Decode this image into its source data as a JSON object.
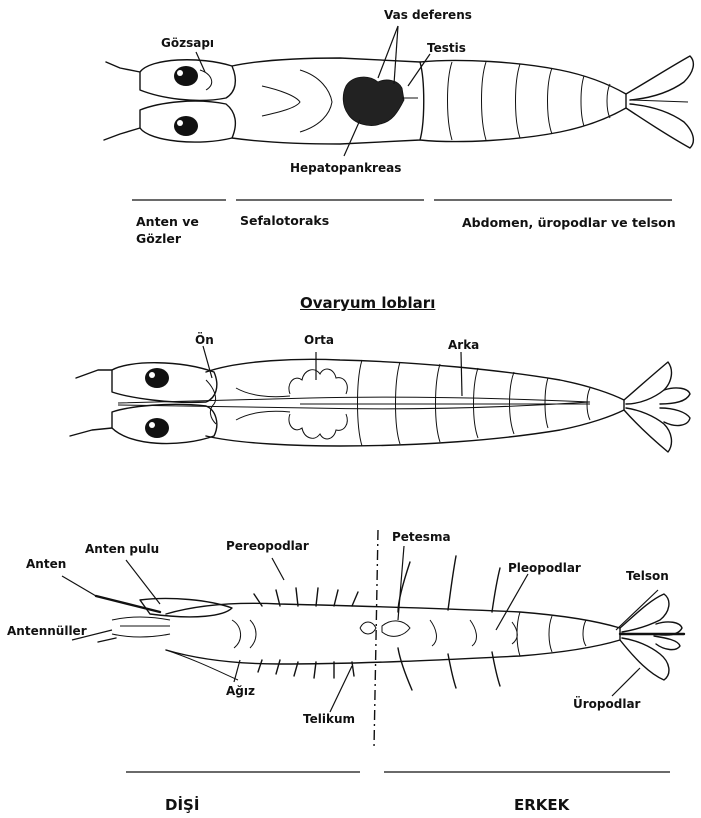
{
  "top": {
    "labels": {
      "gozsapi": "Gözsapı",
      "vas_deferens": "Vas deferens",
      "testis": "Testis",
      "hepatopankreas": "Hepatopankreas"
    },
    "sections": {
      "anten_gozler": "Anten ve Gözler",
      "sefalotoraks": "Sefalotoraks",
      "abdomen": "Abdomen, üropodlar ve telson"
    }
  },
  "middle": {
    "heading": "Ovaryum lobları",
    "labels": {
      "on": "Ön",
      "orta": "Orta",
      "arka": "Arka"
    }
  },
  "bottom": {
    "labels": {
      "anten": "Anten",
      "anten_pulu": "Anten pulu",
      "antennuller": "Antennüller",
      "pereopodlar": "Pereopodlar",
      "petesma": "Petesma",
      "pleopodlar": "Pleopodlar",
      "telson": "Telson",
      "agiz": "Ağız",
      "telikum": "Telikum",
      "uropodlar": "Üropodlar"
    },
    "sections": {
      "disi": "DİŞİ",
      "erkek": "ERKEK"
    }
  }
}
